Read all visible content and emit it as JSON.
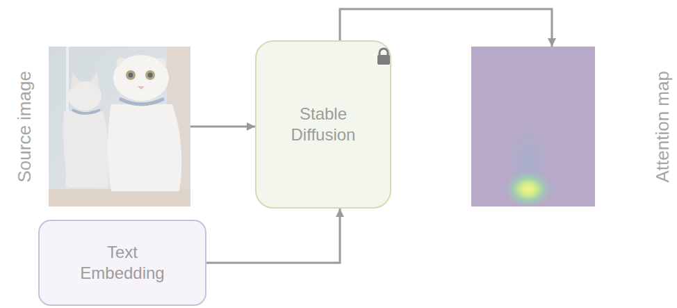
{
  "diagram": {
    "nodes": [
      {
        "text": [
          "Source image"
        ]
      },
      {
        "text": [
          "Stable Diffusion"
        ]
      },
      {
        "text": [
          "Attention map"
        ]
      },
      {
        "text": [
          "Text Embedding"
        ]
      }
    ],
    "edges": [
      {
        "from": 0,
        "to": 1,
        "arrow": "to"
      },
      {
        "from": 3,
        "to": 1,
        "arrow": "to"
      },
      {
        "from": 1,
        "to": 2,
        "arrow": "to"
      }
    ]
  }
}
